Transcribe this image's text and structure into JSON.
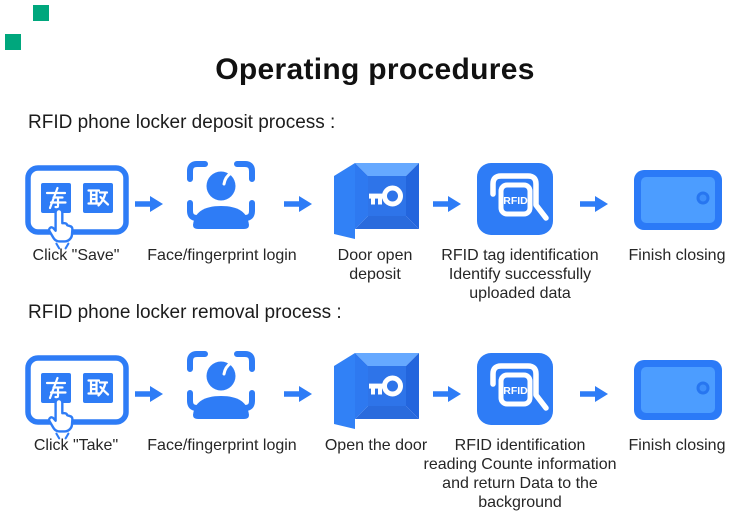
{
  "title": "Operating procedures",
  "colors": {
    "primary_blue": "#2e7cf6",
    "light_blue": "#4c9dff",
    "safe_highlight_blue": "#66a9ff",
    "safe_shadow_blue": "#2365dd",
    "corner_green": "#00a77d",
    "text_dark": "#262626"
  },
  "card_icon": {
    "left_char": "存",
    "right_char": "取"
  },
  "rfid_icon": {
    "label": "RFID"
  },
  "processes": [
    {
      "heading": "RFID phone locker deposit process :",
      "steps": [
        {
          "icon": "save-take-card-icon",
          "lines": [
            "Click \"Save\""
          ]
        },
        {
          "icon": "face-scan-icon",
          "lines": [
            "Face/fingerprint login"
          ]
        },
        {
          "icon": "open-safe-key-icon",
          "lines": [
            "Door open",
            "deposit"
          ]
        },
        {
          "icon": "rfid-tag-icon",
          "lines": [
            "RFID tag identification",
            "Identify successfully",
            "uploaded data"
          ]
        },
        {
          "icon": "closed-locker-icon",
          "lines": [
            "Finish closing"
          ]
        }
      ]
    },
    {
      "heading": "RFID phone locker removal process :",
      "steps": [
        {
          "icon": "save-take-card-icon",
          "lines": [
            "Click \"Take\""
          ]
        },
        {
          "icon": "face-scan-icon",
          "lines": [
            "Face/fingerprint login"
          ]
        },
        {
          "icon": "open-safe-key-icon",
          "lines": [
            "Open the door"
          ]
        },
        {
          "icon": "rfid-tag-icon",
          "lines": [
            "RFID identification",
            "reading Counte information",
            "and return Data to the",
            "background"
          ]
        },
        {
          "icon": "closed-locker-icon",
          "lines": [
            "Finish closing"
          ]
        }
      ]
    }
  ]
}
